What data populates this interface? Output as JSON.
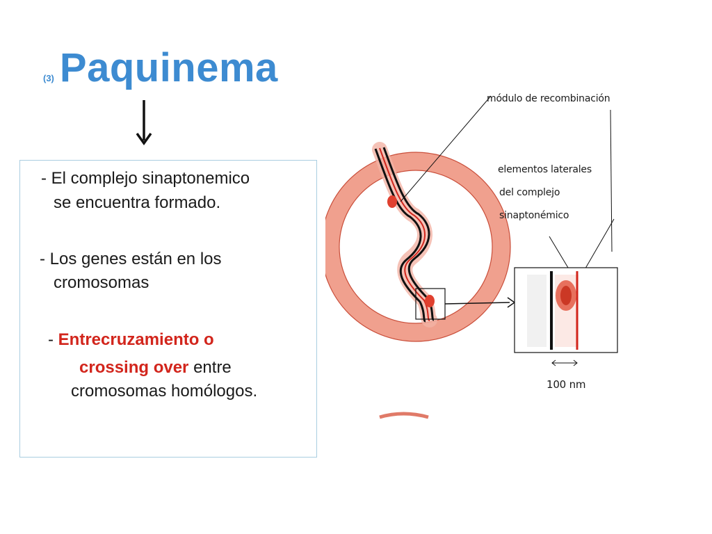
{
  "title": {
    "number": "(3)",
    "text": "Paquinema"
  },
  "content": {
    "bullet1_line1": "- El complejo sinaptonemico",
    "bullet1_line2": "se encuentra formado.",
    "bullet2_line1": "- Los genes están en los",
    "bullet2_line2": "cromosomas",
    "bullet3_dash": "- ",
    "bullet3_red1": "Entrecruzamiento o",
    "bullet3_red2": "crossing over",
    "bullet3_rest": " entre",
    "bullet3_line3": "cromosomas homólogos."
  },
  "figure": {
    "label_recombination": "módulo de recombinación",
    "label_lateral_1": "elementos laterales",
    "label_lateral_2": "del complejo",
    "label_lateral_3": "sinaptonémico",
    "label_scale": "100 nm"
  },
  "colors": {
    "title": "#3d8bd1",
    "highlight": "#d2251c",
    "box_border": "#a9cde0",
    "ring": "#f0a08e"
  }
}
